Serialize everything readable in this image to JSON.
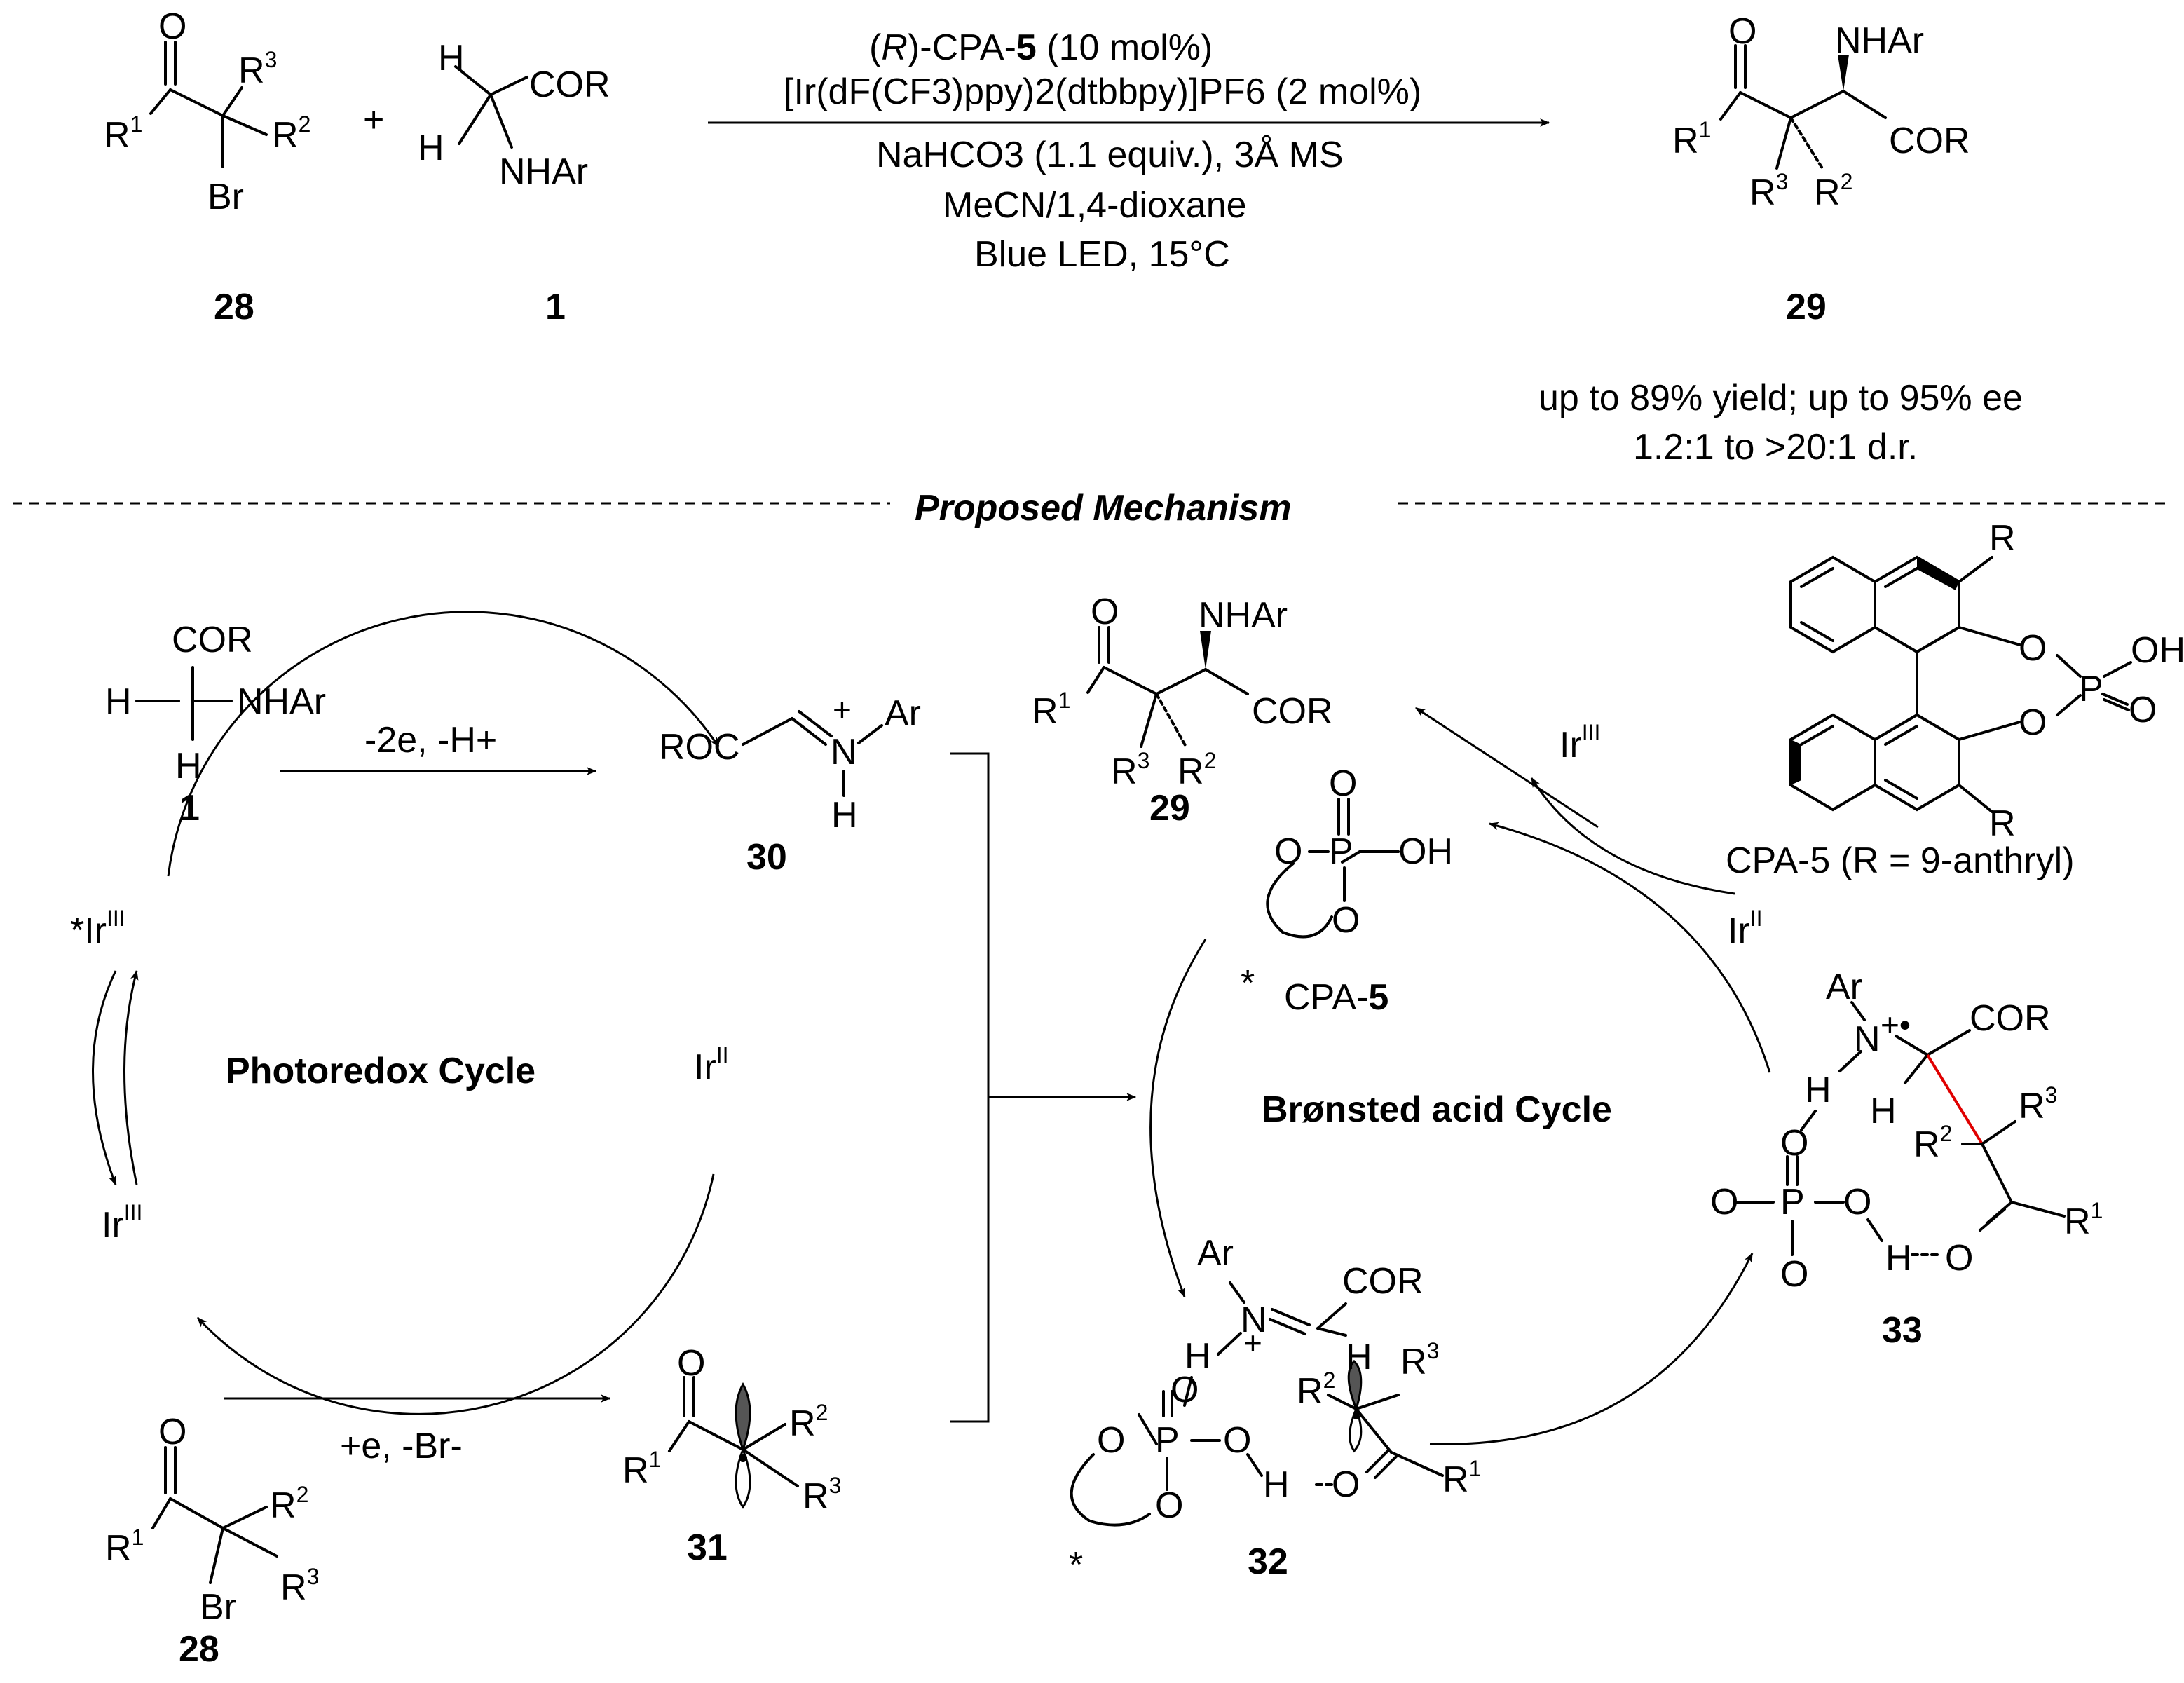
{
  "reaction": {
    "reactant1_label": "28",
    "reactant2_label": "1",
    "product_label": "29",
    "plus": "+",
    "conditions": {
      "line1_r": "R",
      "line1_rest": "-CPA-",
      "line1_num": "5",
      "line1_tail": "(10 mol%)",
      "line2": "[Ir(dF(CF3)ppy)2(dtbbpy)]PF6 (2 mol%)",
      "line3": "NaHCO3 (1.1 equiv.),  3Å MS",
      "line4": "MeCN/1,4-dioxane",
      "line5": "Blue LED, 15°C"
    },
    "outcome_line1": "up to 89% yield; up to 95% ee",
    "outcome_line2": "1.2:1 to >20:1 d.r."
  },
  "mechanism": {
    "heading": "Proposed Mechanism",
    "photoredox_title": "Photoredox Cycle",
    "bronsted_title": "Brønsted acid Cycle",
    "oxidation_step": "-2e, -H+",
    "reduction_step": "+e, -Br-",
    "species_labels": {
      "glycine": "1",
      "bromide": "28",
      "iminium": "30",
      "radical": "31",
      "complex_32": "32",
      "complex_33": "33",
      "product": "29"
    },
    "catalyst_label": "CPA-5",
    "catalyst_structure_caption": "CPA-5 (R = 9-anthryl)",
    "ir_labels": [
      "*Ir",
      "Ir",
      "Ir",
      "Ir",
      "Ir"
    ],
    "ir_oxidation_states": [
      "III",
      "III",
      "II",
      "II",
      "III"
    ]
  },
  "colors": {
    "forming_bond": "#e00000",
    "ink": "#000000"
  }
}
